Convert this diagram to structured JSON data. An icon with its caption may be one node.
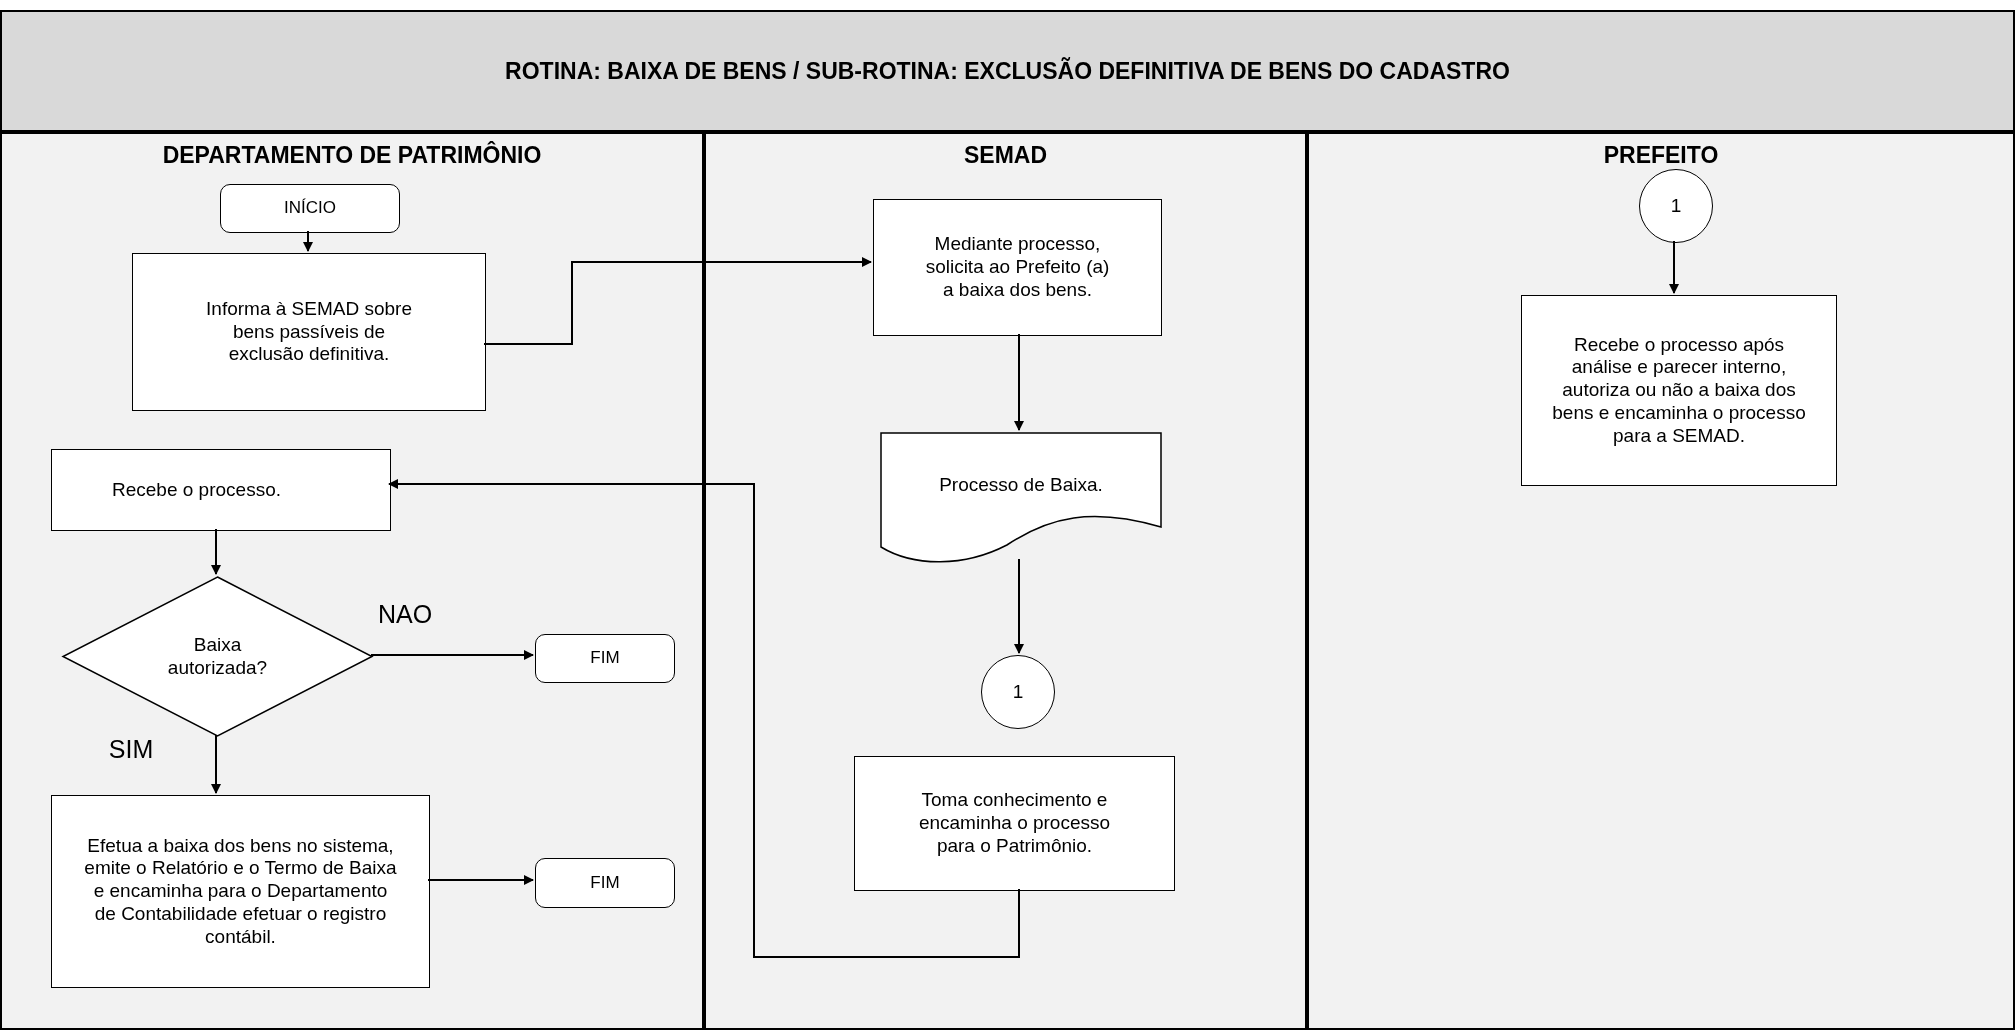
{
  "diagram": {
    "title": "ROTINA: BAIXA DE BENS / SUB-ROTINA: EXCLUSÃO DEFINITIVA DE BENS DO CADASTRO",
    "nodes": [
      {
        "text": [
          "DEPARTAMENTO DE PATRIMÔNIO"
        ]
      },
      {
        "text": [
          "INÍCIO"
        ],
        "in": 0
      },
      {
        "text": [
          "Informa à SEMAD sobre bens passíveis de exclusão definitiva."
        ],
        "in": 0
      },
      {
        "text": [
          "Recebe o processo."
        ],
        "in": 0
      },
      {
        "text": [
          "Baixa autorizada?"
        ],
        "in": 0
      },
      {
        "text": [
          "FIM"
        ],
        "in": 0
      },
      {
        "text": [
          "Efetua a baixa dos bens no sistema, emite o Relatório e o Termo de Baixa e encaminha para o Departamento de Contabilidade efetuar o registro contábil."
        ],
        "in": 0
      },
      {
        "text": [
          "FIM"
        ],
        "in": 0
      },
      {
        "text": [
          "SEMAD"
        ]
      },
      {
        "text": [
          "Mediante processo, solicita ao Prefeito (a) a baixa dos bens."
        ],
        "in": 8
      },
      {
        "text": [
          "Processo de Baixa."
        ],
        "in": 8
      },
      {
        "text": [
          "1"
        ],
        "in": 8
      },
      {
        "text": [
          "Toma conhecimento e encaminha o processo para o Patrimônio."
        ],
        "in": 8
      },
      {
        "text": [
          "PREFEITO"
        ]
      },
      {
        "text": [
          "1"
        ],
        "in": 13
      },
      {
        "text": [
          "Recebe o processo após análise e parecer interno, autoriza ou não a baixa dos bens e encaminha o processo para a SEMAD."
        ],
        "in": 13
      }
    ],
    "edges": [
      {
        "from": 1,
        "to": 2,
        "arrow": "to"
      },
      {
        "from": 2,
        "to": 9,
        "arrow": "to"
      },
      {
        "from": 9,
        "to": 10,
        "arrow": "to"
      },
      {
        "from": 10,
        "to": 11,
        "arrow": "to"
      },
      {
        "from": 14,
        "to": 15,
        "arrow": "to"
      },
      {
        "from": 12,
        "to": 3,
        "arrow": "to"
      },
      {
        "from": 3,
        "to": 4,
        "arrow": "to"
      },
      {
        "from": 4,
        "to": 5,
        "arrow": "to",
        "label": "NAO"
      },
      {
        "from": 4,
        "to": 6,
        "arrow": "to",
        "label": "SIM"
      },
      {
        "from": 6,
        "to": 7,
        "arrow": "to"
      }
    ]
  }
}
